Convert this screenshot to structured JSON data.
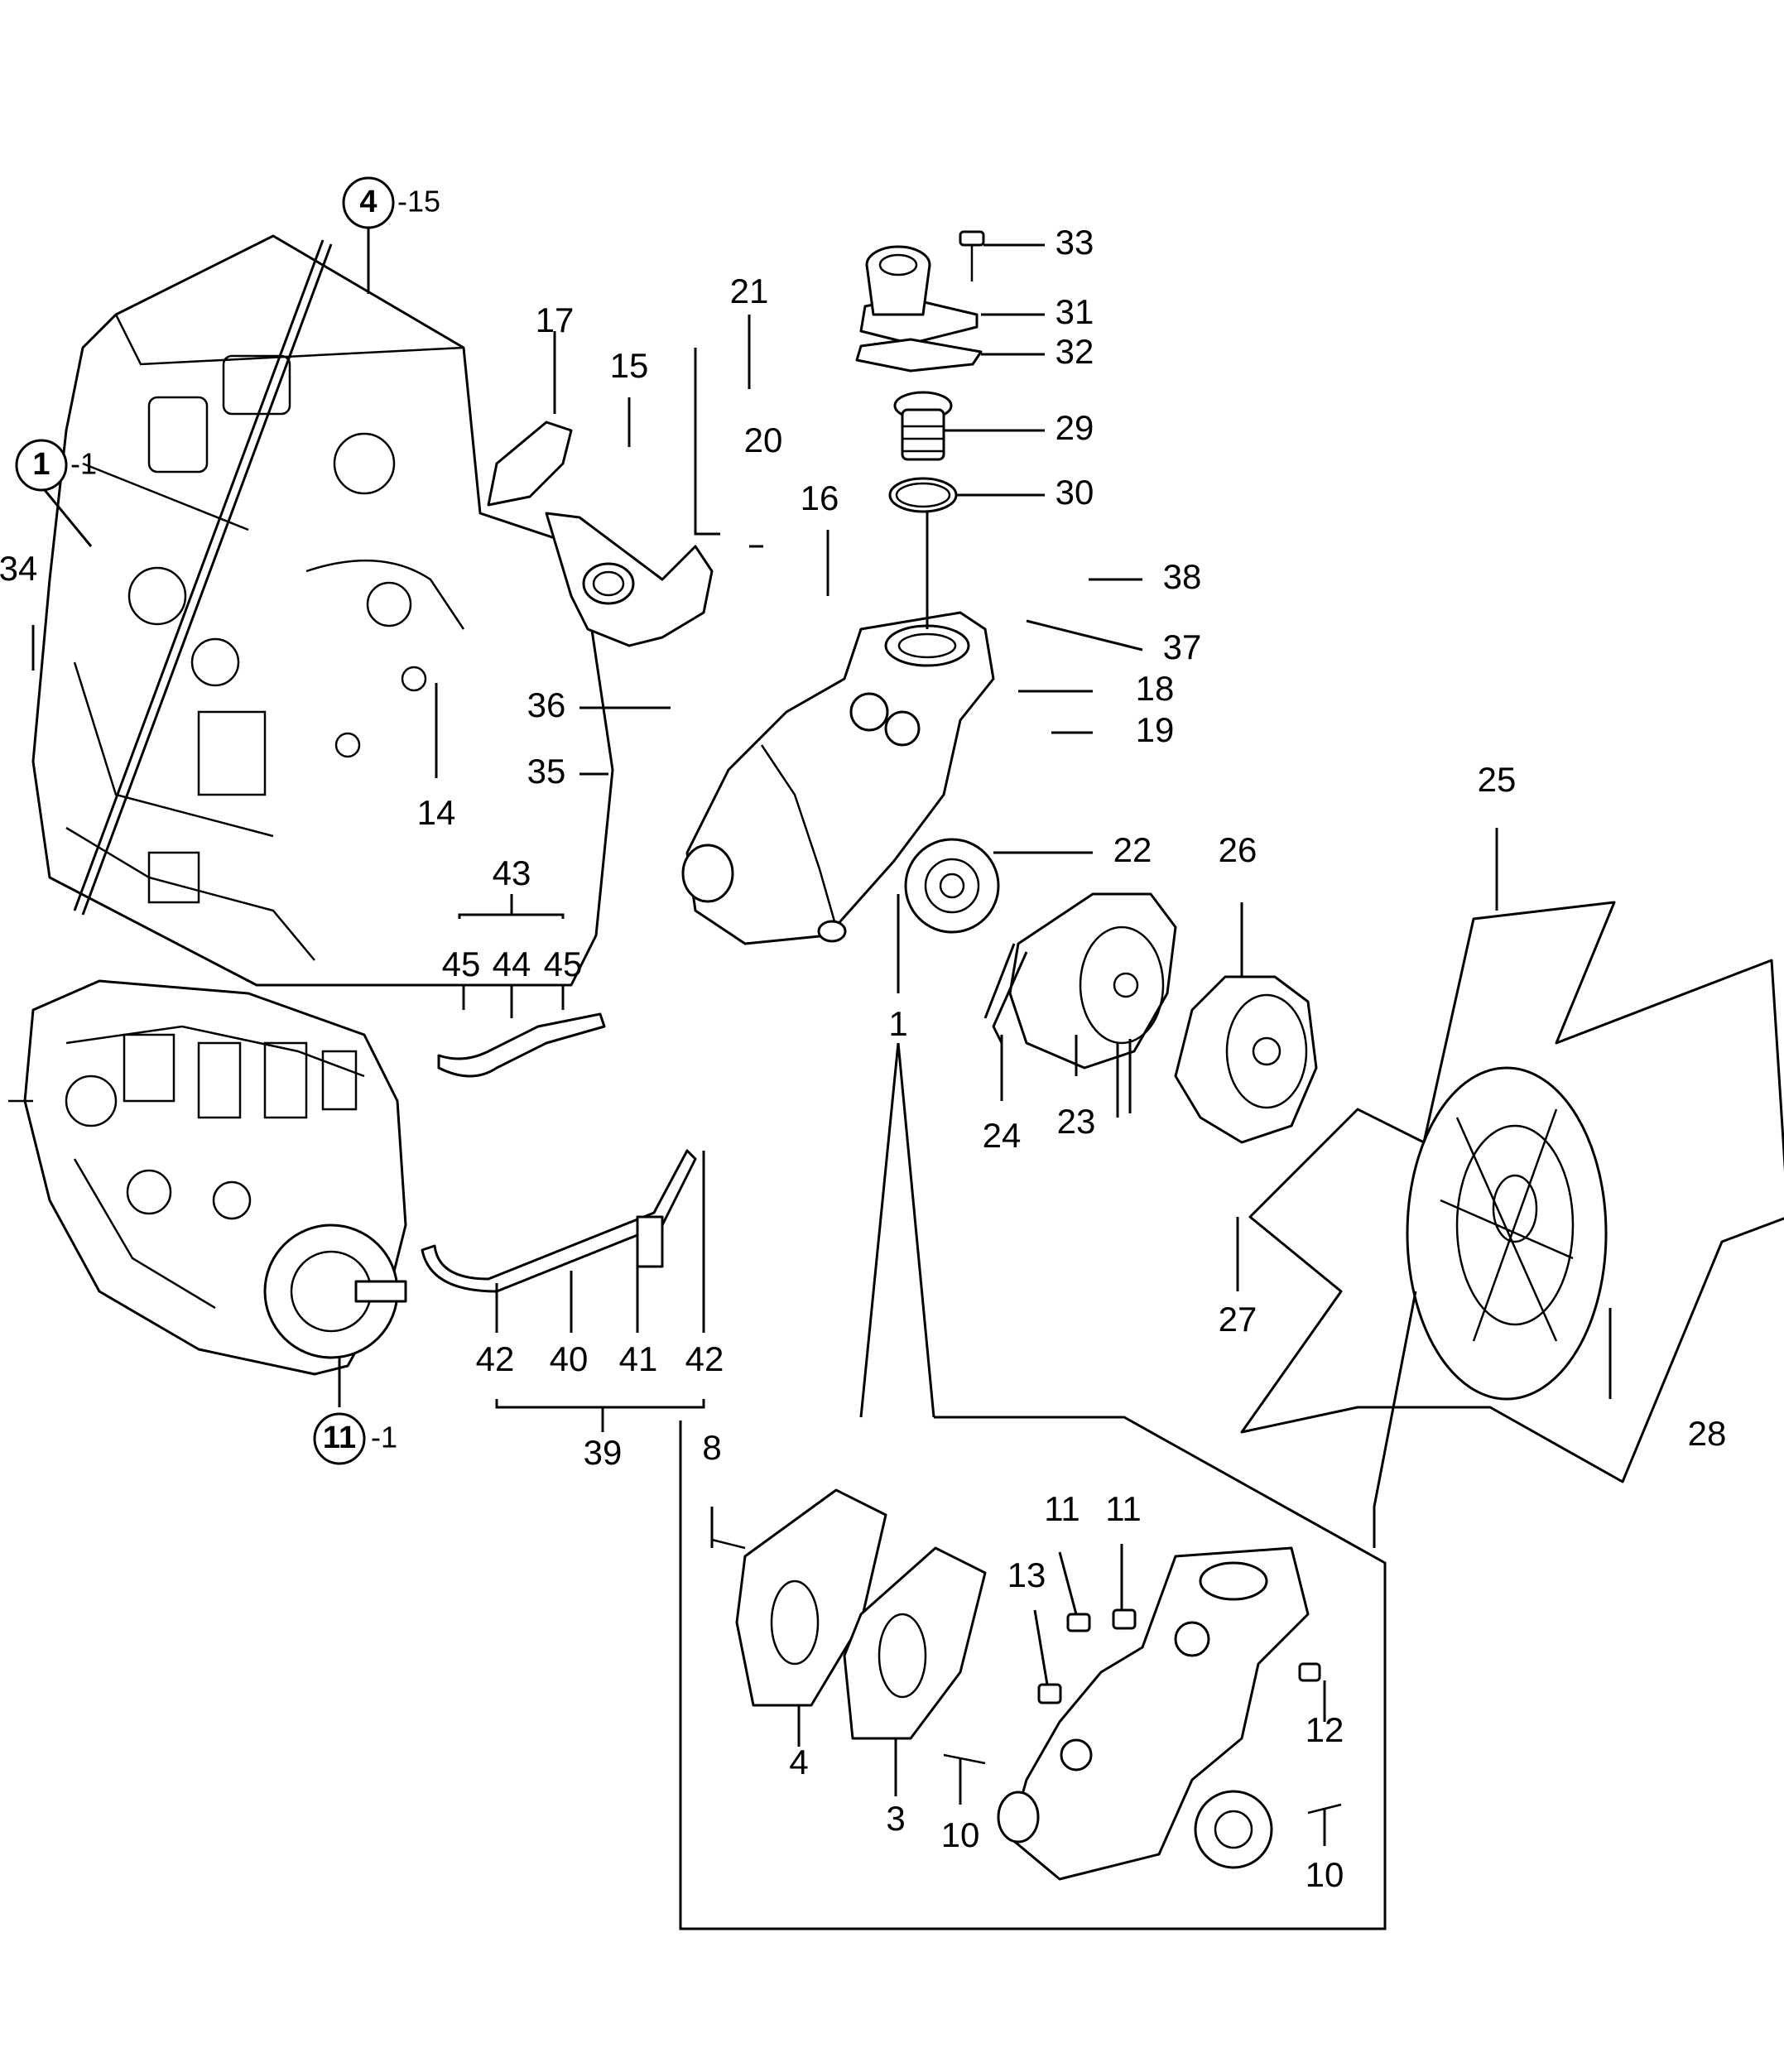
{
  "diagram": {
    "callouts": [
      {
        "id": "c33",
        "text": "33"
      },
      {
        "id": "c31",
        "text": "31"
      },
      {
        "id": "c32",
        "text": "32"
      },
      {
        "id": "c29",
        "text": "29"
      },
      {
        "id": "c30",
        "text": "30"
      },
      {
        "id": "c21",
        "text": "21"
      },
      {
        "id": "c20",
        "text": "20"
      },
      {
        "id": "c17",
        "text": "17"
      },
      {
        "id": "c15",
        "text": "15"
      },
      {
        "id": "c16",
        "text": "16"
      },
      {
        "id": "c38",
        "text": "38"
      },
      {
        "id": "c37",
        "text": "37"
      },
      {
        "id": "c18",
        "text": "18"
      },
      {
        "id": "c19",
        "text": "19"
      },
      {
        "id": "c36",
        "text": "36"
      },
      {
        "id": "c35",
        "text": "35"
      },
      {
        "id": "c34",
        "text": "34"
      },
      {
        "id": "c14",
        "text": "14"
      },
      {
        "id": "c22",
        "text": "22"
      },
      {
        "id": "c25",
        "text": "25"
      },
      {
        "id": "c26",
        "text": "26"
      },
      {
        "id": "c43",
        "text": "43"
      },
      {
        "id": "c45a",
        "text": "45"
      },
      {
        "id": "c44",
        "text": "44"
      },
      {
        "id": "c45b",
        "text": "45"
      },
      {
        "id": "c1",
        "text": "1"
      },
      {
        "id": "c24",
        "text": "24"
      },
      {
        "id": "c23",
        "text": "23"
      },
      {
        "id": "c27",
        "text": "27"
      },
      {
        "id": "c28",
        "text": "28"
      },
      {
        "id": "c42a",
        "text": "42"
      },
      {
        "id": "c40",
        "text": "40"
      },
      {
        "id": "c41",
        "text": "41"
      },
      {
        "id": "c42b",
        "text": "42"
      },
      {
        "id": "c39",
        "text": "39"
      },
      {
        "id": "c8",
        "text": "8"
      },
      {
        "id": "c11a",
        "text": "11"
      },
      {
        "id": "c11b",
        "text": "11"
      },
      {
        "id": "c13",
        "text": "13"
      },
      {
        "id": "c12",
        "text": "12"
      },
      {
        "id": "c4",
        "text": "4"
      },
      {
        "id": "c3",
        "text": "3"
      },
      {
        "id": "c10a",
        "text": "10"
      },
      {
        "id": "c10b",
        "text": "10"
      }
    ],
    "references": [
      {
        "id": "r4",
        "num": "4",
        "suffix": "-15"
      },
      {
        "id": "r1",
        "num": "1",
        "suffix": "-1"
      },
      {
        "id": "r11",
        "num": "11",
        "suffix": "-1"
      }
    ]
  }
}
